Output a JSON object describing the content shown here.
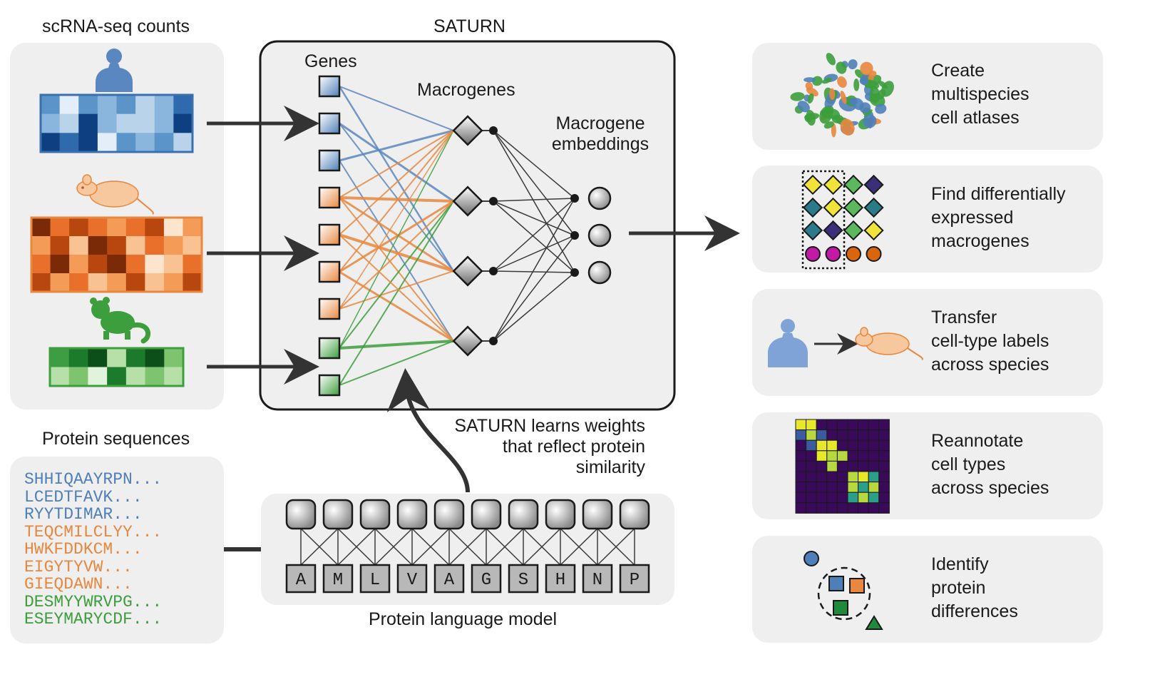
{
  "labels": {
    "scrna_title": "scRNA-seq counts",
    "saturn_title": "SATURN",
    "genes": "Genes",
    "macrogenes": "Macrogenes",
    "macrogene_embeddings": [
      "Macrogene",
      "embeddings"
    ],
    "protein_sequences_title": "Protein sequences",
    "learns_weights": [
      "SATURN learns weights",
      "that reflect protein",
      "similarity"
    ],
    "protein_language_model": "Protein language model"
  },
  "sequences": [
    {
      "text": "SHHIQAAYRPN...",
      "color": "#4f7fb8"
    },
    {
      "text": "LCEDTFAVK...",
      "color": "#4f7fb8"
    },
    {
      "text": "RYYTDIMAR...",
      "color": "#4f7fb8"
    },
    {
      "text": "TEQCMILCLYY...",
      "color": "#e8873e"
    },
    {
      "text": "HWKFDDKCM...",
      "color": "#e8873e"
    },
    {
      "text": "EIGYTYVW...",
      "color": "#e8873e"
    },
    {
      "text": "GIEQDAWN...",
      "color": "#e8873e"
    },
    {
      "text": "DESMYYWRVPG...",
      "color": "#3c9e3c"
    },
    {
      "text": "ESEYMARYCDF...",
      "color": "#3c9e3c"
    }
  ],
  "amino_acids": [
    "A",
    "M",
    "L",
    "V",
    "A",
    "G",
    "S",
    "H",
    "N",
    "P"
  ],
  "applications": [
    {
      "lines": [
        "Create",
        "multispecies",
        "cell atlases"
      ],
      "icon": "umap-icon"
    },
    {
      "lines": [
        "Find differentially",
        "expressed",
        "macrogenes"
      ],
      "icon": "macrogene-grid-icon"
    },
    {
      "lines": [
        "Transfer",
        "cell-type labels",
        "across species"
      ],
      "icon": "label-transfer-icon"
    },
    {
      "lines": [
        "Reannotate",
        "cell types",
        "across species"
      ],
      "icon": "heatmap-icon"
    },
    {
      "lines": [
        "Identify",
        "protein",
        "differences"
      ],
      "icon": "protein-cluster-icon"
    }
  ],
  "species": [
    {
      "name": "human",
      "color": "#4f7fb8"
    },
    {
      "name": "mouse",
      "color": "#f0a060"
    },
    {
      "name": "lemur",
      "color": "#3c9e3c"
    }
  ],
  "colors": {
    "blue": "#4f7fb8",
    "orange": "#e8873e",
    "green": "#3c9e3c",
    "panel": "#efefef"
  }
}
